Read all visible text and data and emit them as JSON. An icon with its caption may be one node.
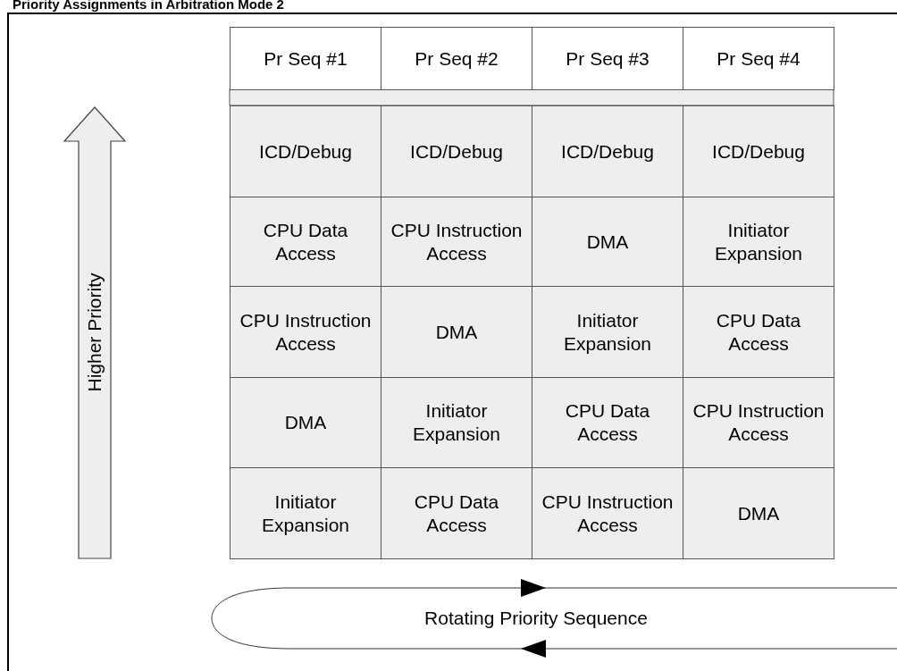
{
  "diagram": {
    "title": "Priority Assignments in Arbitration Mode 2",
    "labels": [
      "Pr Seq #1",
      "Pr Seq #2",
      "Pr Seq #3",
      "Pr Seq #4",
      "ICD/Debug",
      "ICD/Debug",
      "ICD/Debug",
      "ICD/Debug",
      "CPU Data Access",
      "CPU Instruction Access",
      "DMA",
      "Initiator Expansion",
      "CPU Instruction Access",
      "DMA",
      "Initiator Expansion",
      "CPU Data Access",
      "DMA",
      "Initiator Expansion",
      "CPU Data Access",
      "CPU Instruction Access",
      "Initiator Expansion",
      "CPU Data Access",
      "CPU Instruction Access",
      "DMA",
      "Higher Priority",
      "Rotating Priority Sequence"
    ]
  }
}
